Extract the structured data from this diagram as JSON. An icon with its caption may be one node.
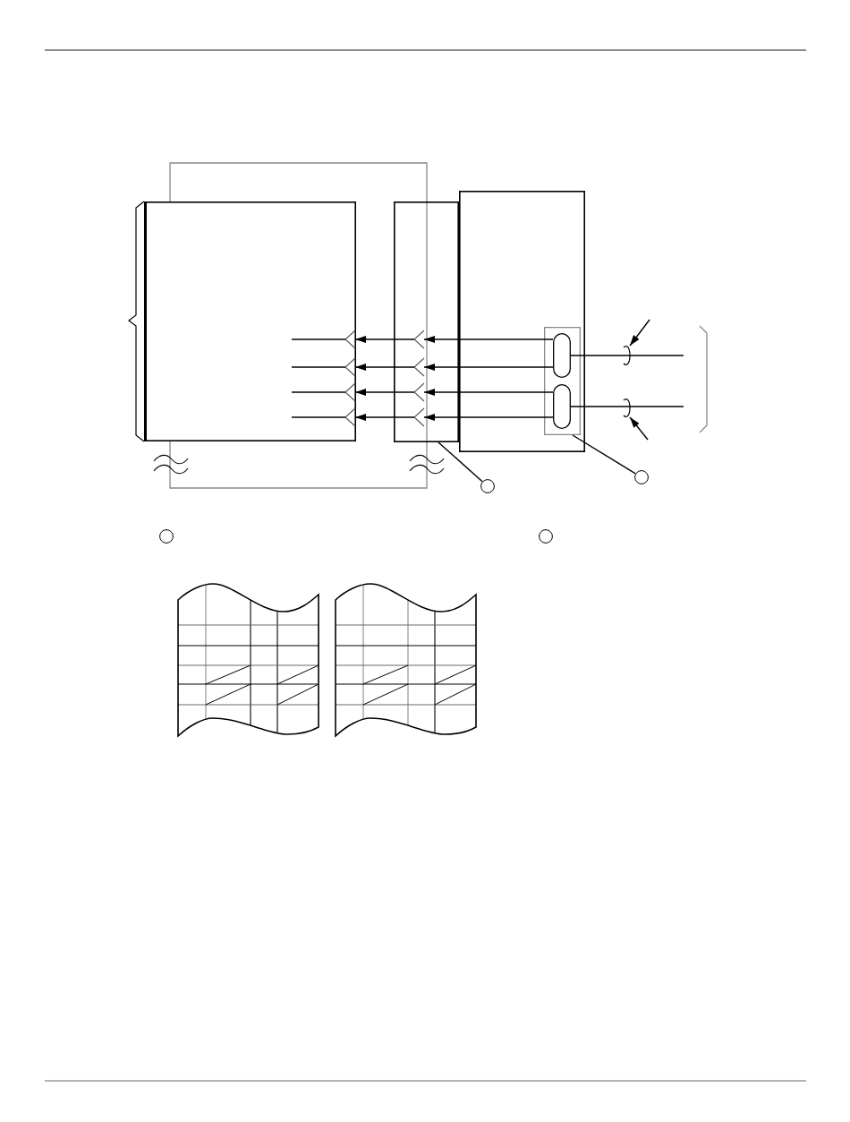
{
  "diagram": {
    "nodes": [
      {
        "text": [],
        "shape": "box"
      },
      {
        "text": [],
        "shape": "pin",
        "in": 0
      },
      {
        "text": [],
        "shape": "pin",
        "in": 0
      },
      {
        "text": [],
        "shape": "pin",
        "in": 0
      },
      {
        "text": [],
        "shape": "pin",
        "in": 0
      },
      {
        "text": [],
        "shape": "box"
      },
      {
        "text": [],
        "shape": "pin",
        "in": 5
      },
      {
        "text": [],
        "shape": "pin",
        "in": 5
      },
      {
        "text": [],
        "shape": "pin",
        "in": 5
      },
      {
        "text": [],
        "shape": "pin",
        "in": 5
      },
      {
        "text": [],
        "shape": "box"
      },
      {
        "text": [],
        "shape": "box",
        "in": 10
      },
      {
        "text": [],
        "shape": "oval",
        "in": 11
      },
      {
        "text": [],
        "shape": "oval",
        "in": 11
      },
      {
        "text": [],
        "shape": "ring"
      },
      {
        "text": [],
        "shape": "ring"
      },
      {
        "text": [],
        "shape": "circle"
      },
      {
        "text": [],
        "shape": "circle"
      },
      {
        "text": [],
        "shape": "circle"
      },
      {
        "text": [],
        "shape": "circle"
      },
      {
        "text": [],
        "shape": "table"
      },
      {
        "text": [],
        "shape": "table"
      }
    ],
    "edges": [
      {
        "from": 12,
        "to": 6,
        "arrow": "to"
      },
      {
        "from": 12,
        "to": 7,
        "arrow": "to"
      },
      {
        "from": 13,
        "to": 8,
        "arrow": "to"
      },
      {
        "from": 13,
        "to": 9,
        "arrow": "to"
      },
      {
        "from": 6,
        "to": 1,
        "arrow": "to"
      },
      {
        "from": 7,
        "to": 2,
        "arrow": "to"
      },
      {
        "from": 8,
        "to": 3,
        "arrow": "to"
      },
      {
        "from": 9,
        "to": 4,
        "arrow": "to"
      },
      {
        "from": 12,
        "to": null,
        "arrow": "none"
      },
      {
        "from": 13,
        "to": null,
        "arrow": "none"
      },
      {
        "from": null,
        "to": 14,
        "arrow": "to"
      },
      {
        "from": null,
        "to": 15,
        "arrow": "to"
      },
      {
        "from": 16,
        "to": 5,
        "arrow": "none"
      },
      {
        "from": 17,
        "to": 11,
        "arrow": "none"
      }
    ]
  }
}
